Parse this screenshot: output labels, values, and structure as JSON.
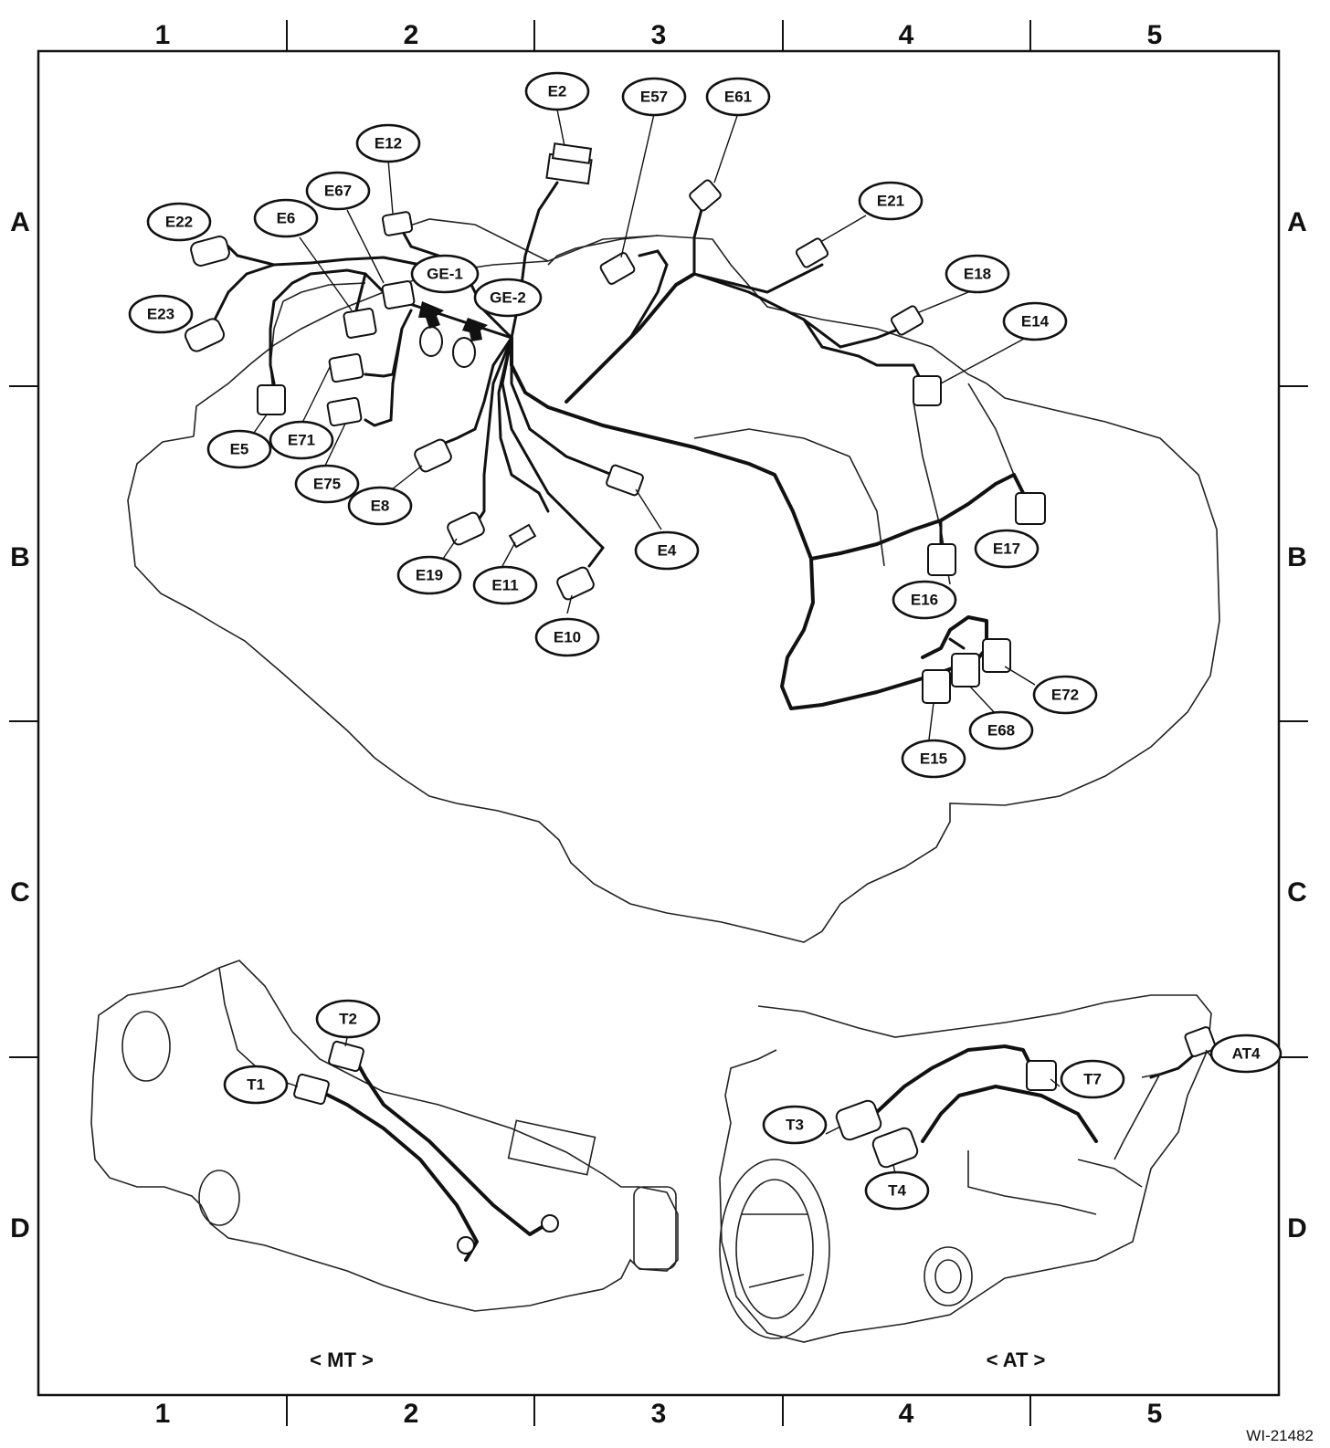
{
  "grid": {
    "columns": [
      "1",
      "2",
      "3",
      "4",
      "5"
    ],
    "rows": [
      "A",
      "B",
      "C",
      "D"
    ]
  },
  "connectors": [
    "E2",
    "E57",
    "E61",
    "E12",
    "E21",
    "E67",
    "E6",
    "E22",
    "GE-1",
    "GE-2",
    "E18",
    "E23",
    "E14",
    "E5",
    "E71",
    "E75",
    "E8",
    "E4",
    "E17",
    "E19",
    "E11",
    "E16",
    "E10",
    "E72",
    "E68",
    "E15",
    "T2",
    "T1",
    "T7",
    "AT4",
    "T3",
    "T4"
  ],
  "captions": {
    "mt": "< MT >",
    "at": "< AT >"
  },
  "figure_id": "WI-21482"
}
